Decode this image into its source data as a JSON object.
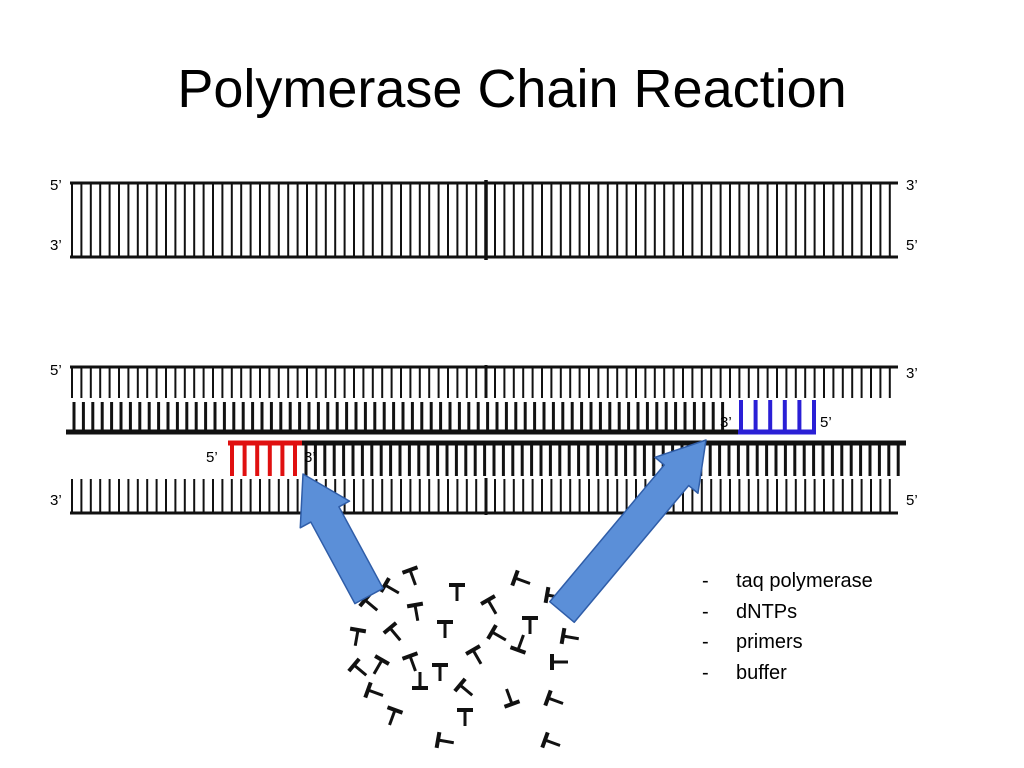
{
  "slide": {
    "title": "Polymerase Chain Reaction"
  },
  "strand_labels": {
    "top_pair": {
      "left_upper": "5’",
      "left_lower": "3’",
      "right_upper": "3’",
      "right_lower": "5’"
    },
    "bottom_pair": {
      "left_upper": "5’",
      "left_lower": "3’",
      "right_upper": "3’",
      "right_lower": "5’"
    },
    "primer_red": {
      "five_prime": "5’",
      "three_prime": "3’"
    },
    "primer_blue": {
      "three_prime": "3’",
      "five_prime": "5’"
    }
  },
  "legend": {
    "items": [
      {
        "bullet": "-",
        "text": "taq polymerase"
      },
      {
        "bullet": "-",
        "text": "dNTPs"
      },
      {
        "bullet": "-",
        "text": "primers"
      },
      {
        "bullet": "-",
        "text": "buffer"
      }
    ]
  },
  "colors": {
    "strand": "#111111",
    "primer_forward": "#e01010",
    "primer_reverse": "#2a1fd6",
    "arrow_fill": "#5b8fd8",
    "arrow_stroke": "#2f5da8"
  }
}
